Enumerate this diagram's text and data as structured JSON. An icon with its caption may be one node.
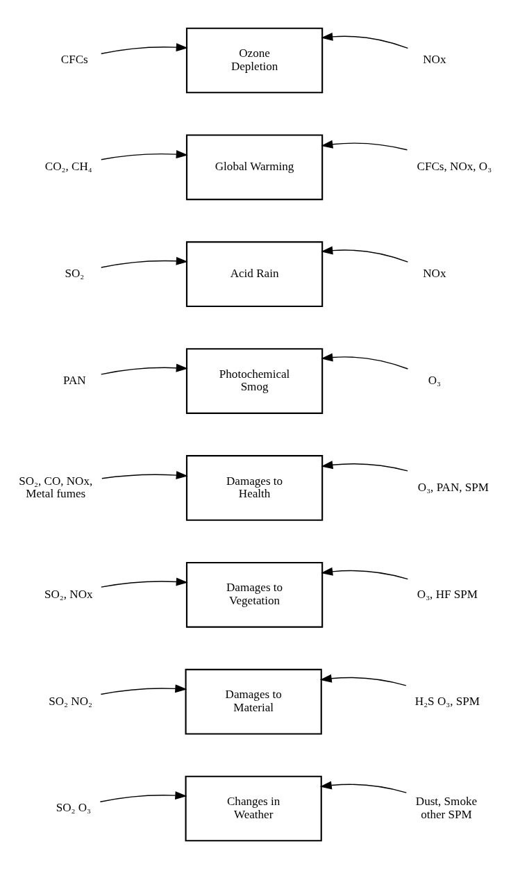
{
  "diagram": {
    "nodes": [
      {
        "text": [
          "CFCs"
        ]
      },
      {
        "text": [
          "Ozone Depletion"
        ]
      },
      {
        "text": [
          "NOx"
        ]
      },
      {
        "text": [
          "CO₂, CH₄"
        ]
      },
      {
        "text": [
          "Global Warming"
        ]
      },
      {
        "text": [
          "CFCs, NOx, O₃"
        ]
      },
      {
        "text": [
          "SO₂"
        ]
      },
      {
        "text": [
          "Acid Rain"
        ]
      },
      {
        "text": [
          "NOx"
        ]
      },
      {
        "text": [
          "PAN"
        ]
      },
      {
        "text": [
          "Photochemical Smog"
        ]
      },
      {
        "text": [
          "O₃"
        ]
      },
      {
        "text": [
          "SO₂, CO, NOx, Metal fumes"
        ]
      },
      {
        "text": [
          "Damages to Health"
        ]
      },
      {
        "text": [
          "O₃, PAN, SPM"
        ]
      },
      {
        "text": [
          "SO₂, NOx"
        ]
      },
      {
        "text": [
          "Damages to Vegetation"
        ]
      },
      {
        "text": [
          "O₃, HF SPM"
        ]
      },
      {
        "text": [
          "SO₂ NO₂"
        ]
      },
      {
        "text": [
          "Damages to Material"
        ]
      },
      {
        "text": [
          "H₂S O₃, SPM"
        ]
      },
      {
        "text": [
          "SO₂ O₃"
        ]
      },
      {
        "text": [
          "Changes in Weather"
        ]
      },
      {
        "text": [
          "Dust, Smoke other SPM"
        ]
      }
    ],
    "edges": [
      {
        "from": 0,
        "to": 1,
        "arrow": "to"
      },
      {
        "from": 2,
        "to": 1,
        "arrow": "to"
      },
      {
        "from": 3,
        "to": 4,
        "arrow": "to"
      },
      {
        "from": 5,
        "to": 4,
        "arrow": "to"
      },
      {
        "from": 6,
        "to": 7,
        "arrow": "to"
      },
      {
        "from": 8,
        "to": 7,
        "arrow": "to"
      },
      {
        "from": 9,
        "to": 10,
        "arrow": "to"
      },
      {
        "from": 11,
        "to": 10,
        "arrow": "to"
      },
      {
        "from": 12,
        "to": 13,
        "arrow": "to"
      },
      {
        "from": 14,
        "to": 13,
        "arrow": "to"
      },
      {
        "from": 15,
        "to": 16,
        "arrow": "to"
      },
      {
        "from": 17,
        "to": 16,
        "arrow": "to"
      },
      {
        "from": 18,
        "to": 19,
        "arrow": "to"
      },
      {
        "from": 20,
        "to": 19,
        "arrow": "to"
      },
      {
        "from": 21,
        "to": 22,
        "arrow": "to"
      },
      {
        "from": 23,
        "to": 22,
        "arrow": "to"
      }
    ]
  }
}
